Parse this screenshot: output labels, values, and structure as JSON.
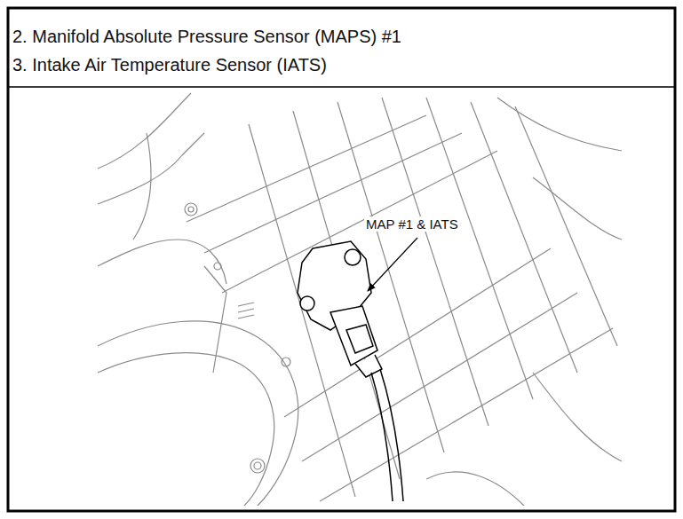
{
  "diagram": {
    "labels": [
      "2. Manifold Absolute Pressure Sensor (MAPS) #1",
      "3. Intake Air Temperature Sensor (IATS)",
      "MAP #1 & IATS"
    ]
  }
}
